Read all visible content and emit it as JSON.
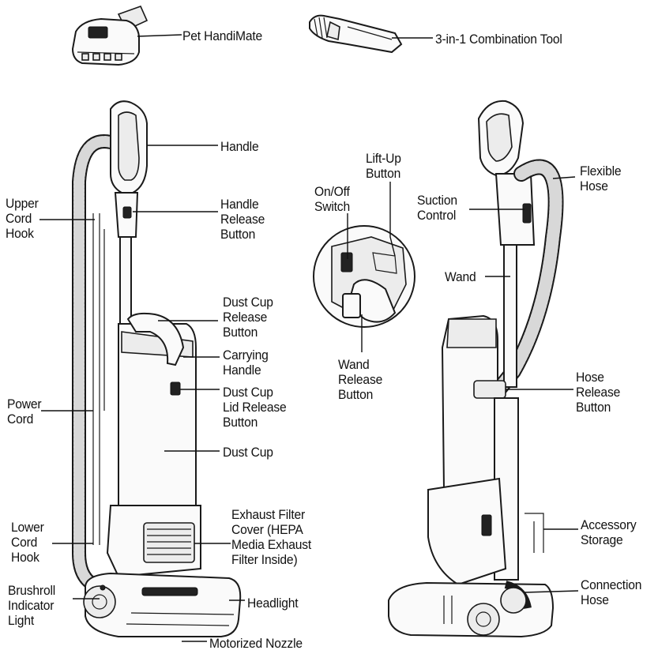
{
  "accessories": {
    "pet_handimate": "Pet HandiMate",
    "combination_tool": "3-in-1 Combination Tool"
  },
  "front_view": {
    "handle": "Handle",
    "upper_cord_hook": "Upper\nCord\nHook",
    "handle_release_button": "Handle\nRelease\nButton",
    "dust_cup_release_button": "Dust Cup\nRelease\nButton",
    "carrying_handle": "Carrying\nHandle",
    "power_cord": "Power\nCord",
    "dust_cup_lid_release_button": "Dust Cup\nLid Release\nButton",
    "dust_cup": "Dust Cup",
    "lower_cord_hook": "Lower\nCord\nHook",
    "exhaust_filter_cover": "Exhaust Filter\nCover (HEPA\nMedia Exhaust\nFilter Inside)",
    "brushroll_indicator_light": "Brushroll\nIndicator\nLight",
    "headlight": "Headlight",
    "motorized_nozzle": "Motorized Nozzle"
  },
  "detail_view": {
    "on_off_switch": "On/Off\nSwitch",
    "lift_up_button": "Lift-Up\nButton",
    "wand_release_button": "Wand\nRelease\nButton"
  },
  "back_view": {
    "suction_control": "Suction\nControl",
    "flexible_hose": "Flexible\nHose",
    "wand": "Wand",
    "hose_release_button": "Hose\nRelease\nButton",
    "accessory_storage": "Accessory\nStorage",
    "connection_hose": "Connection\nHose"
  }
}
